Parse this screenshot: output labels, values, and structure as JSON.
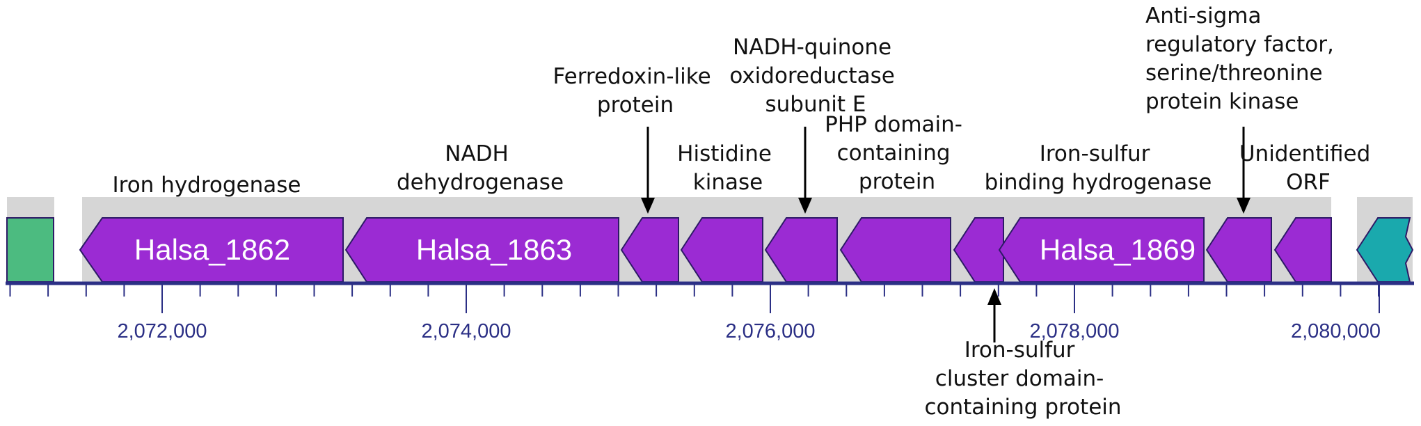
{
  "colors": {
    "gene": "#9b2bd3",
    "gene_outline": "#2d1a66",
    "left_gene": "#4cbb80",
    "right_gene": "#1aa9ad",
    "track_bg": "#d6d6d6",
    "axis": "#2b2f85",
    "arrow": "#000000"
  },
  "genes": [
    {
      "label": "Halsa_1862"
    },
    {
      "label": "Halsa_1863"
    },
    {
      "label": ""
    },
    {
      "label": ""
    },
    {
      "label": ""
    },
    {
      "label": ""
    },
    {
      "label": ""
    },
    {
      "label": "Halsa_1869"
    },
    {
      "label": ""
    },
    {
      "label": ""
    }
  ],
  "axis": {
    "tick_labels": [
      "2,072,000",
      "2,074,000",
      "2,076,000",
      "2,078,000",
      "2,080,000"
    ]
  },
  "annotations": [
    {
      "lines": [
        "Iron hydrogenase"
      ]
    },
    {
      "lines": [
        "NADH",
        "dehydrogenase"
      ]
    },
    {
      "lines": [
        "Ferredoxin-like",
        "protein"
      ]
    },
    {
      "lines": [
        "Histidine",
        "kinase"
      ]
    },
    {
      "lines": [
        "NADH-quinone",
        "oxidoreductase",
        "subunit E"
      ]
    },
    {
      "lines": [
        "PHP domain-",
        "containing",
        "protein"
      ]
    },
    {
      "lines": [
        "Iron-sulfur",
        "binding hydrogenase"
      ]
    },
    {
      "lines": [
        "Anti-sigma",
        "regulatory factor,",
        "serine/threonine",
        "protein kinase"
      ]
    },
    {
      "lines": [
        "Unidentified",
        "ORF"
      ]
    },
    {
      "lines": [
        "Iron-sulfur",
        "cluster domain-",
        "containing protein"
      ]
    }
  ]
}
